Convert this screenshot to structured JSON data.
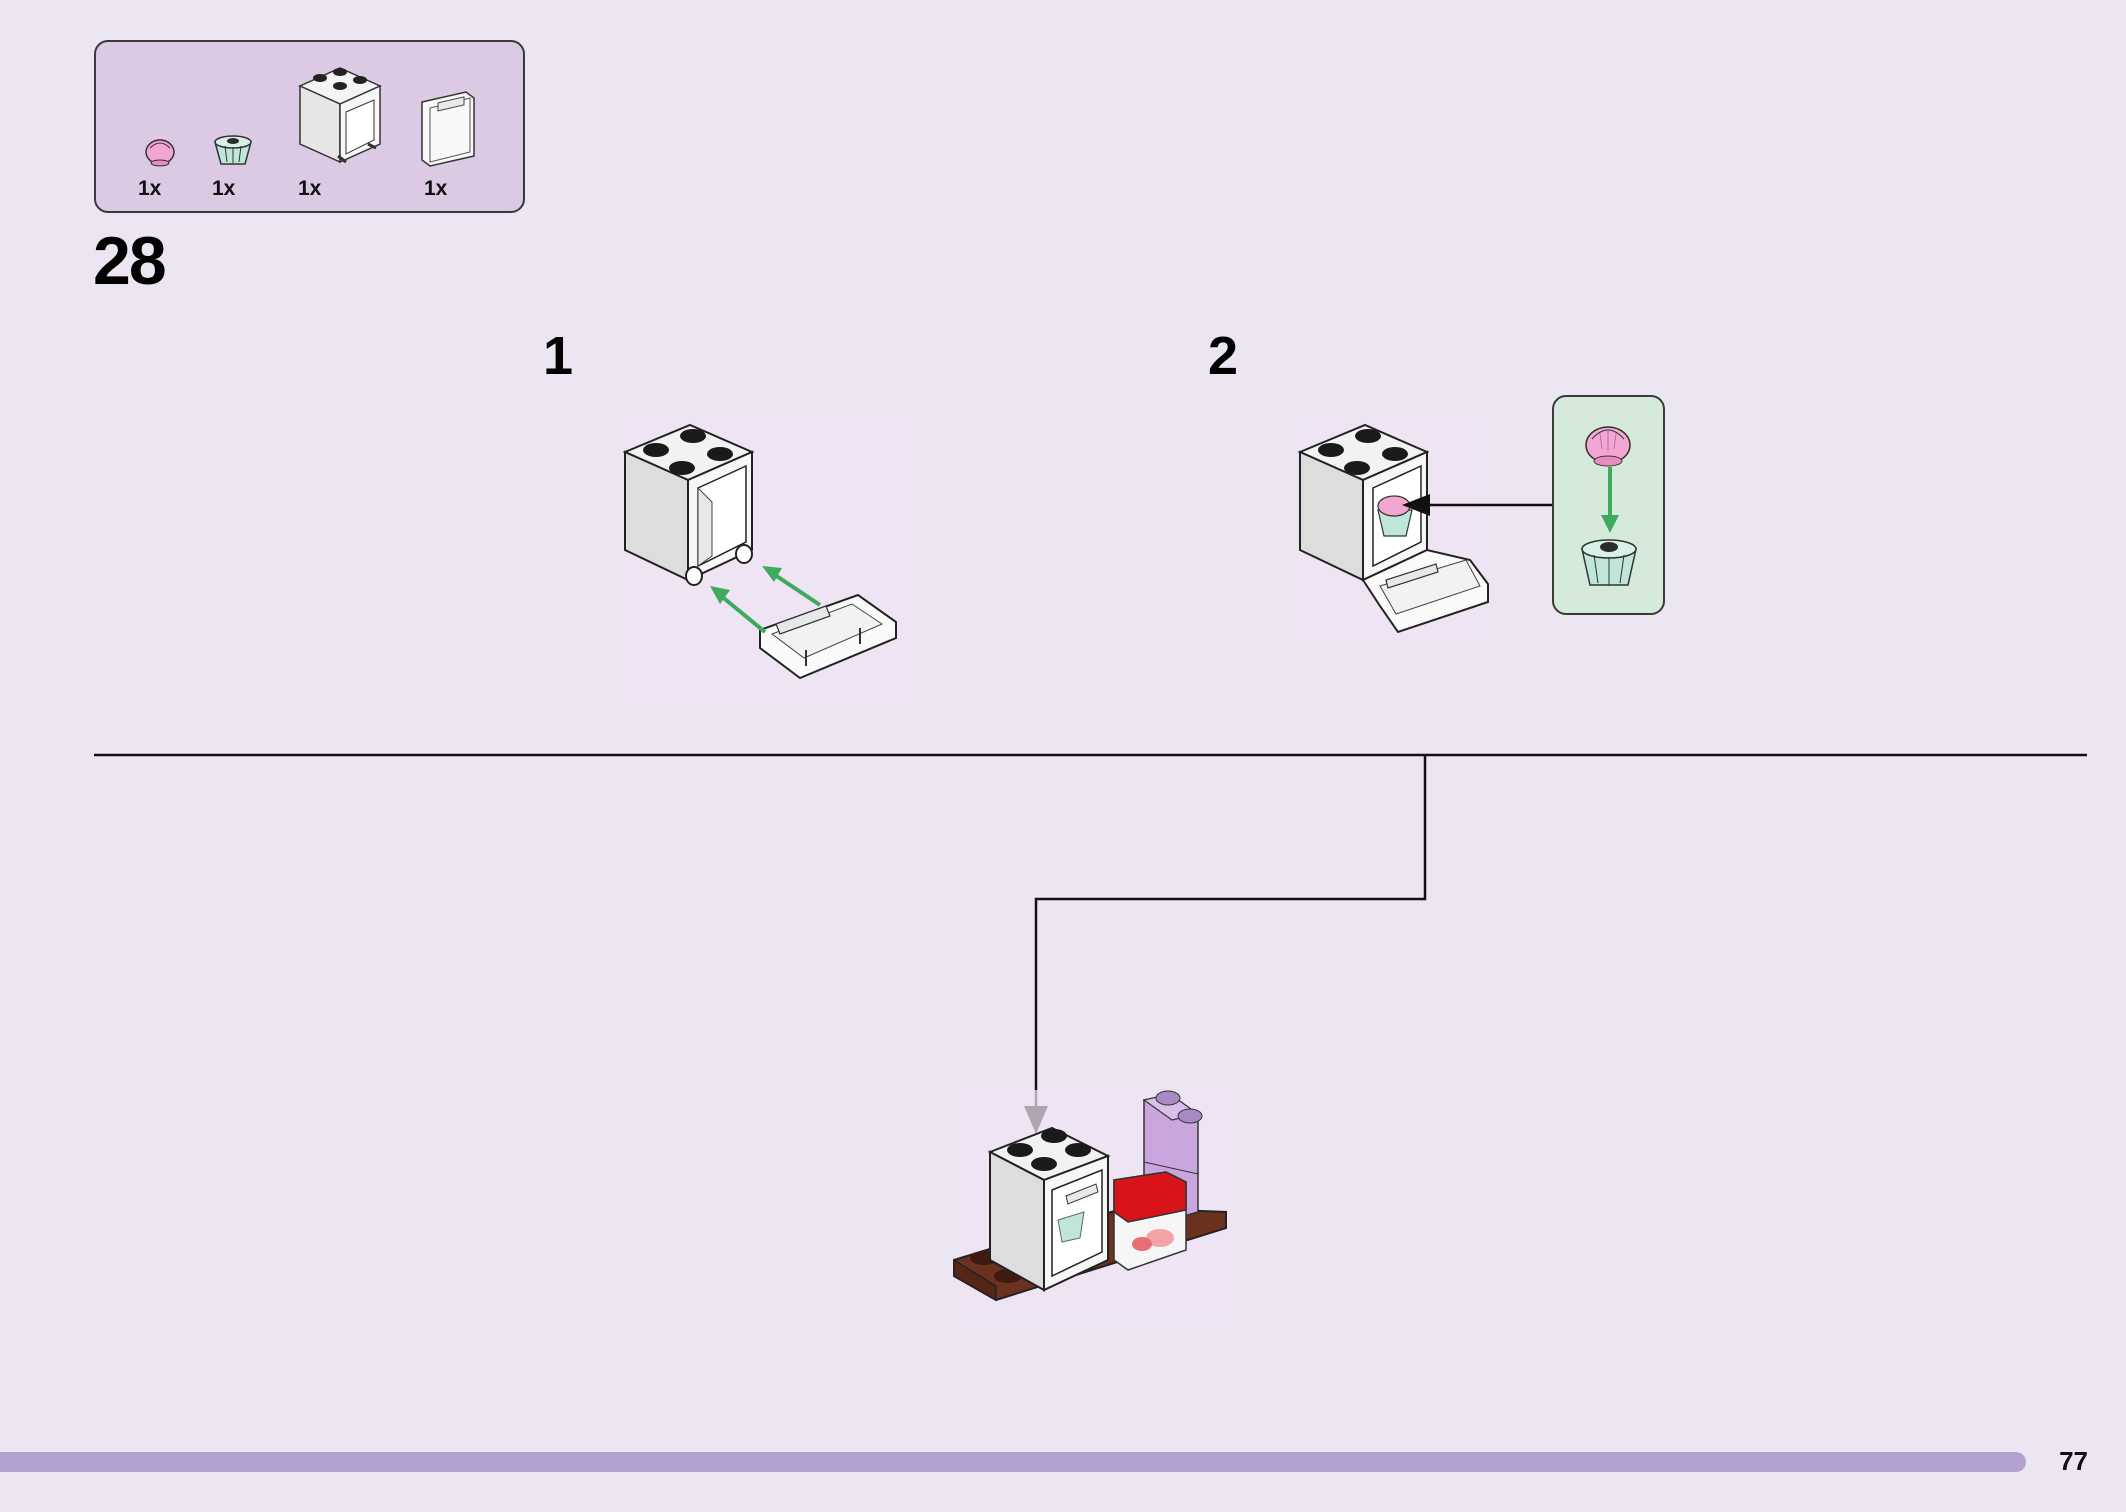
{
  "page_number": "77",
  "step": {
    "number": "28",
    "substeps": [
      {
        "label": "1"
      },
      {
        "label": "2"
      }
    ]
  },
  "parts_list": {
    "items": [
      {
        "icon": "pink-cupcake-top-icon",
        "quantity": "1x"
      },
      {
        "icon": "mint-cupcake-base-icon",
        "quantity": "1x"
      },
      {
        "icon": "white-cupboard-icon",
        "quantity": "1x"
      },
      {
        "icon": "transparent-door-icon",
        "quantity": "1x"
      }
    ]
  },
  "colors": {
    "page_background": "#ECE5F2",
    "parts_box": "#DCC9E4",
    "callout_box": "#D6EADB",
    "bottom_bar": "#B3A2D1",
    "arrow_green": "#3FA95E",
    "pink": "#F2A6D2",
    "mint": "#BFE6D8",
    "lavender": "#C9A7DE",
    "red": "#D8141B",
    "brown": "#6B3220"
  }
}
